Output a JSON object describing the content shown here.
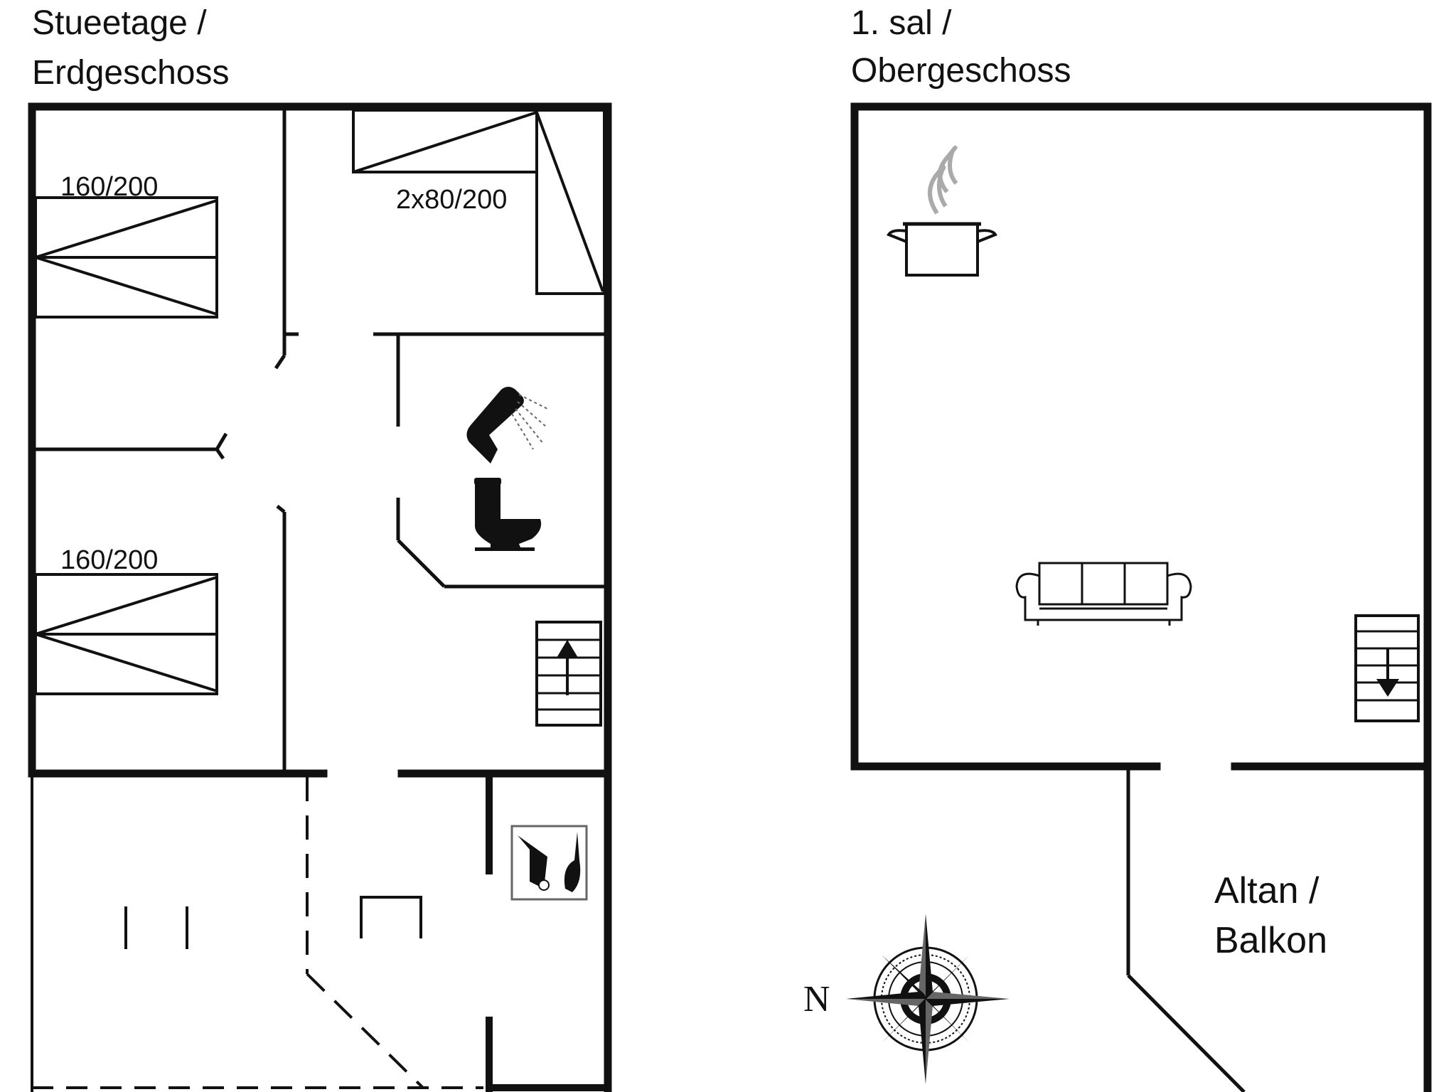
{
  "ground_floor": {
    "title_line1": "Stueetage /",
    "title_line2": "Erdgeschoss",
    "bed_left_top_label": "160/200",
    "bed_top_right_label": "2x80/200",
    "bed_left_bottom_label": "160/200"
  },
  "first_floor": {
    "title_line1": "1. sal /",
    "title_line2": "Obergeschoss",
    "balcony_line1": "Altan /",
    "balcony_line2": "Balkon"
  },
  "compass": {
    "north_label": "N"
  },
  "icons": [
    "shower-icon",
    "toilet-icon",
    "stairs-up-icon",
    "stairs-down-icon",
    "cooking-pot-icon",
    "sofa-icon",
    "cleaning-tools-icon",
    "compass-rose-icon"
  ],
  "colors": {
    "line": "#111111",
    "background": "#ffffff",
    "steam": "#aaaaaa"
  }
}
